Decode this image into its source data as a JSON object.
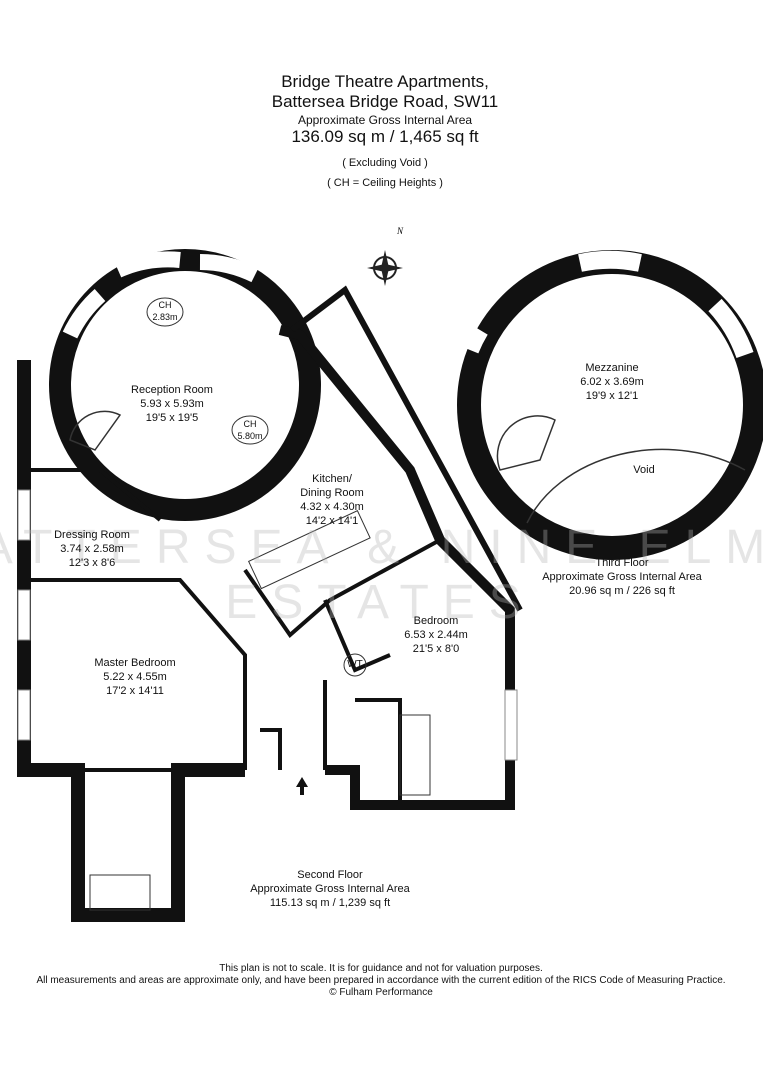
{
  "header": {
    "title_line1": "Bridge Theatre Apartments,",
    "title_line2": "Battersea Bridge Road, SW11",
    "area_label": "Approximate Gross Internal Area",
    "total_area": "136.09 sq m  /  1,465 sq ft",
    "note_void": "( Excluding Void )",
    "note_ch": "( CH = Ceiling Heights )"
  },
  "compass": {
    "label": "N"
  },
  "watermark": {
    "line1": "BATTERSEA & NINE ELMS",
    "line2": "ESTATES"
  },
  "rooms": {
    "reception": {
      "name": "Reception Room",
      "metric": "5.93 x 5.93m",
      "imperial": "19'5 x 19'5"
    },
    "ch1": {
      "label": "CH",
      "value": "2.83m"
    },
    "ch2": {
      "label": "CH",
      "value": "5.80m"
    },
    "kitchen": {
      "name_line1": "Kitchen/",
      "name_line2": "Dining Room",
      "metric": "4.32 x 4.30m",
      "imperial": "14'2 x 14'1"
    },
    "dressing": {
      "name": "Dressing Room",
      "metric": "3.74 x 2.58m",
      "imperial": "12'3 x 8'6"
    },
    "master": {
      "name": "Master Bedroom",
      "metric": "5.22 x 4.55m",
      "imperial": "17'2 x 14'11"
    },
    "bedroom": {
      "name": "Bedroom",
      "metric": "6.53 x 2.44m",
      "imperial": "21'5 x 8'0"
    },
    "wt": {
      "label": "WT"
    },
    "mezzanine": {
      "name": "Mezzanine",
      "metric": "6.02 x 3.69m",
      "imperial": "19'9 x 12'1"
    },
    "void": {
      "name": "Void"
    }
  },
  "floors": {
    "second": {
      "name": "Second Floor",
      "area_label": "Approximate Gross Internal Area",
      "area": "115.13 sq m  /  1,239 sq ft"
    },
    "third": {
      "name": "Third Floor",
      "area_label": "Approximate Gross Internal Area",
      "area": "20.96 sq m  /  226 sq ft"
    }
  },
  "footer": {
    "line1": "This plan is not to scale. It is for guidance and not for valuation purposes.",
    "line2": "All measurements and areas are approximate only, and have been prepared in accordance with the current edition of the RICS Code of Measuring Practice.",
    "line3": "© Fulham Performance"
  }
}
